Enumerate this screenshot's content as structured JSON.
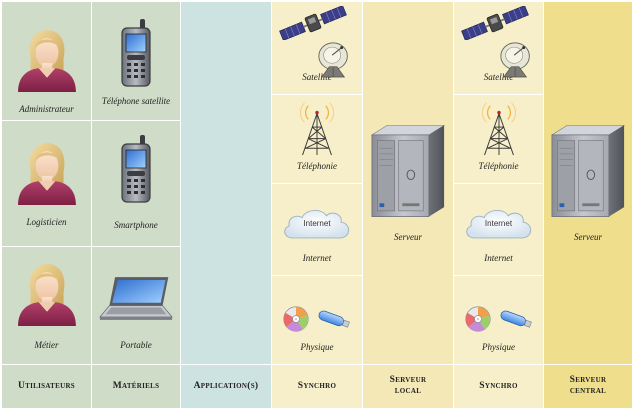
{
  "columns": {
    "utilisateurs": {
      "header": "Utilisateurs",
      "color": "#cfdcc8",
      "items": [
        "Administrateur",
        "Logisticien",
        "Métier"
      ]
    },
    "materiels": {
      "header": "Matériels",
      "color": "#cfdcc8",
      "items": [
        "Téléphone satellite",
        "Smartphone",
        "Portable"
      ]
    },
    "applications": {
      "header": "Application(s)",
      "color": "#cde3e2"
    },
    "synchro_local": {
      "header": "Synchro",
      "color": "#f7efc9",
      "items": [
        "Satellite",
        "Téléphonie",
        "Internet",
        "Physique"
      ]
    },
    "serveur_local": {
      "header_line1": "Serveur",
      "header_line2": "local",
      "color": "#f4e8b6",
      "label": "Serveur"
    },
    "synchro_central": {
      "header": "Synchro",
      "color": "#f7efc9",
      "items": [
        "Satellite",
        "Téléphonie",
        "Internet",
        "Physique"
      ]
    },
    "serveur_central": {
      "header_line1": "Serveur",
      "header_line2": "central",
      "color": "#efdf8c",
      "label": "Serveur"
    }
  },
  "cloud_label": "Internet",
  "icons": [
    "person-icon",
    "satellite-phone-icon",
    "smartphone-icon",
    "laptop-icon",
    "satellite-icon",
    "dish-antenna-icon",
    "radio-tower-icon",
    "cloud-icon",
    "cd-icon",
    "usb-key-icon",
    "server-tower-icon"
  ]
}
